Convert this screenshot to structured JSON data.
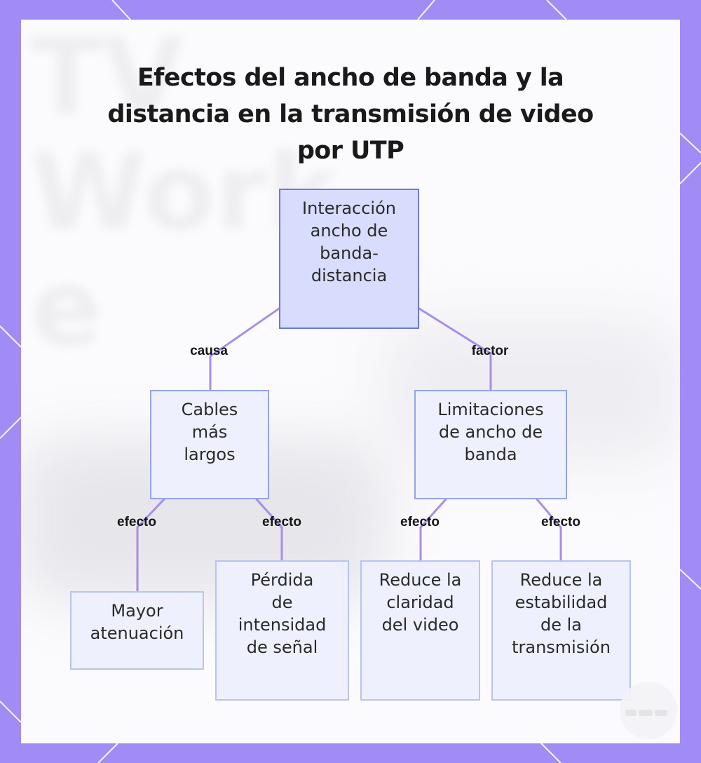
{
  "title": "Efectos del ancho de banda y la\ndistancia en la transmisión de video\npor UTP",
  "watermark_text": "TV\nWork\ne",
  "colors": {
    "frame": "#a18bf5",
    "edge": "#a88de8",
    "root_fill": "#d8dcfd",
    "root_border": "#6b78d6",
    "node_fill": "#eef1fd",
    "node_border": "#b8c4ee"
  },
  "nodes": {
    "root": "Interacción\nancho de\nbanda-\ndistancia",
    "cables": "Cables\nmás\nlargos",
    "limitaciones": "Limitaciones\nde ancho de\nbanda",
    "atenuacion": "Mayor\natenuación",
    "perdida": "Pérdida\nde\nintensidad\nde señal",
    "claridad": "Reduce la\nclaridad\ndel video",
    "estabilidad": "Reduce la\nestabilidad\nde la\ntransmisión"
  },
  "edges": {
    "causa": "causa",
    "factor": "factor",
    "efecto1": "efecto",
    "efecto2": "efecto",
    "efecto3": "efecto",
    "efecto4": "efecto"
  }
}
